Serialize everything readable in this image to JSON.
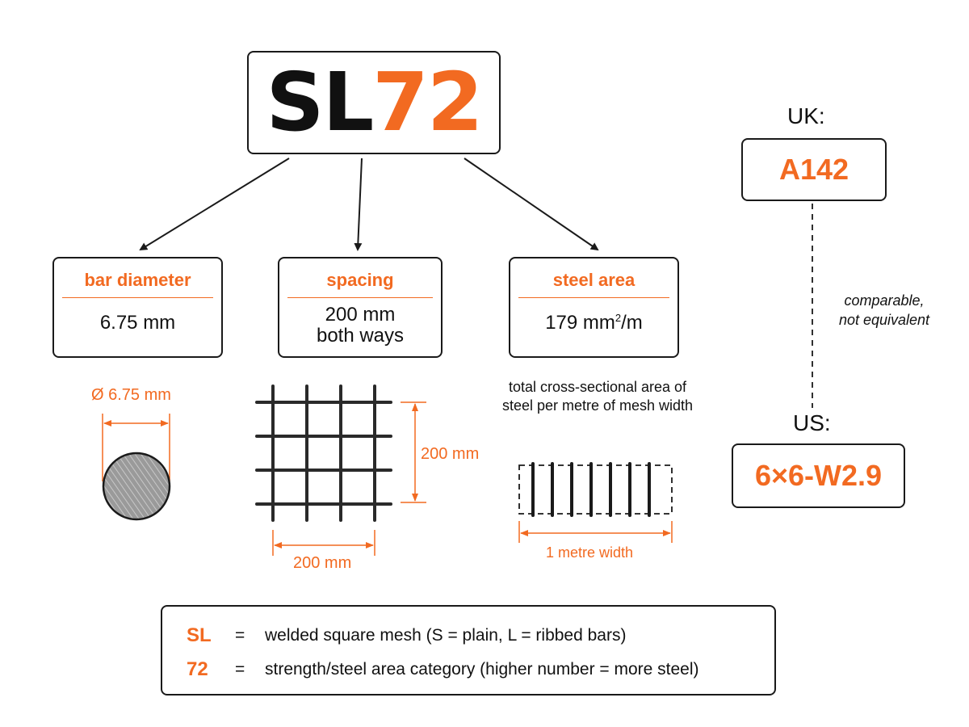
{
  "designation": {
    "prefix": "SL",
    "number": "72"
  },
  "components": [
    {
      "title": "bar diameter",
      "value": "6.75 mm"
    },
    {
      "title": "spacing",
      "value_line1": "200 mm",
      "value_line2": "both ways"
    },
    {
      "title": "steel area",
      "value": "179 mm",
      "value_sup": "2",
      "value_suffix": "/m"
    }
  ],
  "annotations": {
    "diameter": "Ø 6.75 mm",
    "spacing_vertical": "200 mm",
    "spacing_horizontal": "200 mm",
    "area_description": "total cross-sectional area of steel per metre of mesh width",
    "width": "1 metre width"
  },
  "equivalents": {
    "uk_label": "UK:",
    "uk_code": "A142",
    "us_label": "US:",
    "us_code": "6×6-W2.9",
    "note_line1": "comparable,",
    "note_line2": "not equivalent"
  },
  "legend": [
    {
      "code": "SL",
      "eq": "=",
      "text": "welded square mesh (S = plain, L = ribbed bars)"
    },
    {
      "code": "72",
      "eq": "=",
      "text": "strength/steel area category (higher number = more steel)"
    }
  ],
  "colors": {
    "accent": "#f26a21",
    "ink": "#1a1a1a"
  }
}
